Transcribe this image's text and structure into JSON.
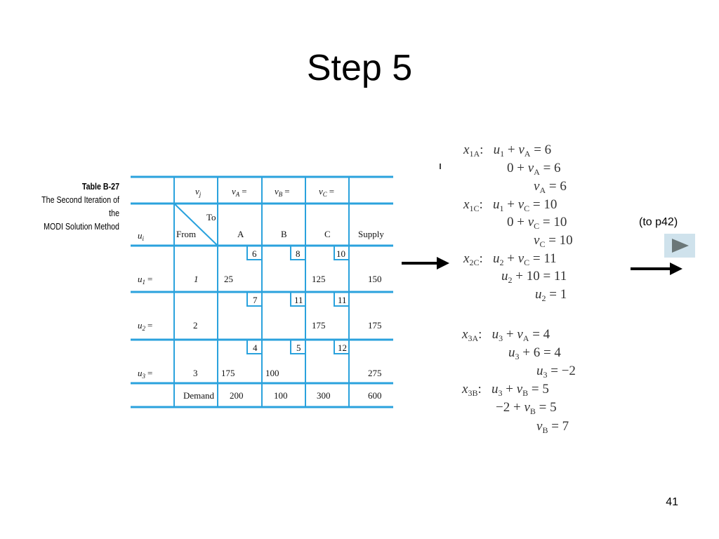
{
  "slide": {
    "title": "Step 5",
    "page_number": "41",
    "link_text": "(to p42)"
  },
  "caption": {
    "label": "Table B-27",
    "line1": "The Second Iteration of the",
    "line2": "MODI Solution Method"
  },
  "table": {
    "header_row": {
      "vj": "v",
      "vj_sub": "j",
      "vA": "v",
      "vA_sub": "A",
      "vB": "v",
      "vB_sub": "B",
      "vC": "v",
      "vC_sub": "C",
      "eq": "="
    },
    "second_row": {
      "ui": "u",
      "ui_sub": "i",
      "to": "To",
      "from": "From",
      "col_a": "A",
      "col_b": "B",
      "col_c": "C",
      "supply": "Supply"
    },
    "rows": [
      {
        "u": "u",
        "u_sub": "1",
        "eq": "=",
        "source": "1",
        "costs": [
          "6",
          "8",
          "10"
        ],
        "alloc": [
          "25",
          "",
          "125"
        ],
        "supply": "150"
      },
      {
        "u": "u",
        "u_sub": "2",
        "eq": "=",
        "source": "2",
        "costs": [
          "7",
          "11",
          "11"
        ],
        "alloc": [
          "",
          "",
          "175"
        ],
        "supply": "175"
      },
      {
        "u": "u",
        "u_sub": "3",
        "eq": "=",
        "source": "3",
        "costs": [
          "4",
          "5",
          "12"
        ],
        "alloc": [
          "175",
          "100",
          ""
        ],
        "supply": "275"
      }
    ],
    "demand_row": {
      "label": "Demand",
      "values": [
        "200",
        "100",
        "300"
      ],
      "total": "600"
    },
    "colors": {
      "line": "#2aa2dd"
    }
  },
  "equations": {
    "x1A": {
      "x": "x",
      "sub": "1A",
      "line1": [
        {
          "v": "u",
          "s": "1"
        },
        "+",
        {
          "v": "v",
          "s": "A"
        },
        "= 6"
      ],
      "line2": "0 +",
      "line2b": "= 6",
      "line3": "= 6"
    },
    "x1C": {
      "x": "x",
      "sub": "1C",
      "line1_rhs": "= 10",
      "line2_lhs": "0 +",
      "line2_rhs": "= 10",
      "line3_rhs": "= 10"
    },
    "x2C": {
      "x": "x",
      "sub": "2C",
      "line1_rhs": "= 11",
      "line2_lhs": "+ 10 = 11",
      "line3_rhs": "= 1"
    },
    "x3A": {
      "x": "x",
      "sub": "3A",
      "line1_rhs": "= 4",
      "line2_mid": "+ 6 = 4",
      "line3_rhs": "= −2"
    },
    "x3B": {
      "x": "x",
      "sub": "3B",
      "line1_rhs": "= 5",
      "line2_lhs": "−2 +",
      "line2_rhs": "= 5",
      "line3_rhs": "= 7"
    },
    "sym": {
      "u": "u",
      "v": "v",
      "plus": "+",
      "colon": ":",
      "one": "1",
      "two": "2",
      "three": "3",
      "A": "A",
      "B": "B",
      "C": "C"
    }
  },
  "colors": {
    "button_bg": "#cfe2ec",
    "button_icon": "#6b7778",
    "table_line": "#2aa2dd"
  },
  "icons": {
    "nav": "play-triangle-icon",
    "arrow": "right-arrow-icon"
  }
}
